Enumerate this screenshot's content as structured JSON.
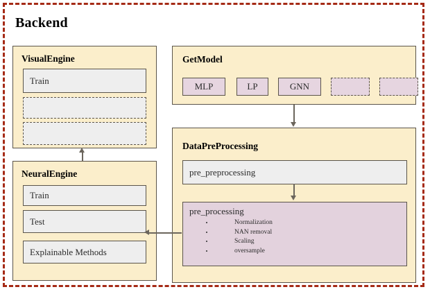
{
  "diagram": {
    "title": "Backend",
    "frame_color": "#a52a16",
    "module_fill": "#fbeecb",
    "item_fill": "#eeeeee",
    "chip_fill": "#e6d5e0",
    "panel_fill": "#e3d2dd",
    "border_color": "#5a544a",
    "connector_color": "#6b655c"
  },
  "visual_engine": {
    "title": "VisualEngine",
    "items": [
      {
        "label": "Train",
        "style": "solid"
      },
      {
        "label": "",
        "style": "dashed"
      },
      {
        "label": "",
        "style": "dashed"
      }
    ]
  },
  "neural_engine": {
    "title": "NeuralEngine",
    "items": [
      {
        "label": "Train",
        "style": "solid"
      },
      {
        "label": "Test",
        "style": "solid"
      },
      {
        "label": "Explainable Methods",
        "style": "solid"
      }
    ]
  },
  "get_model": {
    "title": "GetModel",
    "chips": [
      {
        "label": "MLP",
        "style": "solid"
      },
      {
        "label": "LP",
        "style": "solid"
      },
      {
        "label": "GNN",
        "style": "solid"
      },
      {
        "label": "",
        "style": "dashed"
      },
      {
        "label": "",
        "style": "dashed"
      }
    ]
  },
  "data_preprocessing": {
    "title": "DataPreProcessing",
    "pre_preprocessing": {
      "label": "pre_preprocessing"
    },
    "pre_processing": {
      "label": "pre_processing",
      "bullets": [
        "Normalization",
        "NAN removal",
        "Scaling",
        "oversample"
      ]
    }
  },
  "connectors": [
    {
      "name": "getmodel-to-datapreprocessing",
      "direction": "down"
    },
    {
      "name": "preprocessing-to-preprocessing",
      "direction": "down"
    },
    {
      "name": "neuralengine-to-visualengine",
      "direction": "up"
    },
    {
      "name": "preprocessing-to-test",
      "direction": "left"
    }
  ]
}
